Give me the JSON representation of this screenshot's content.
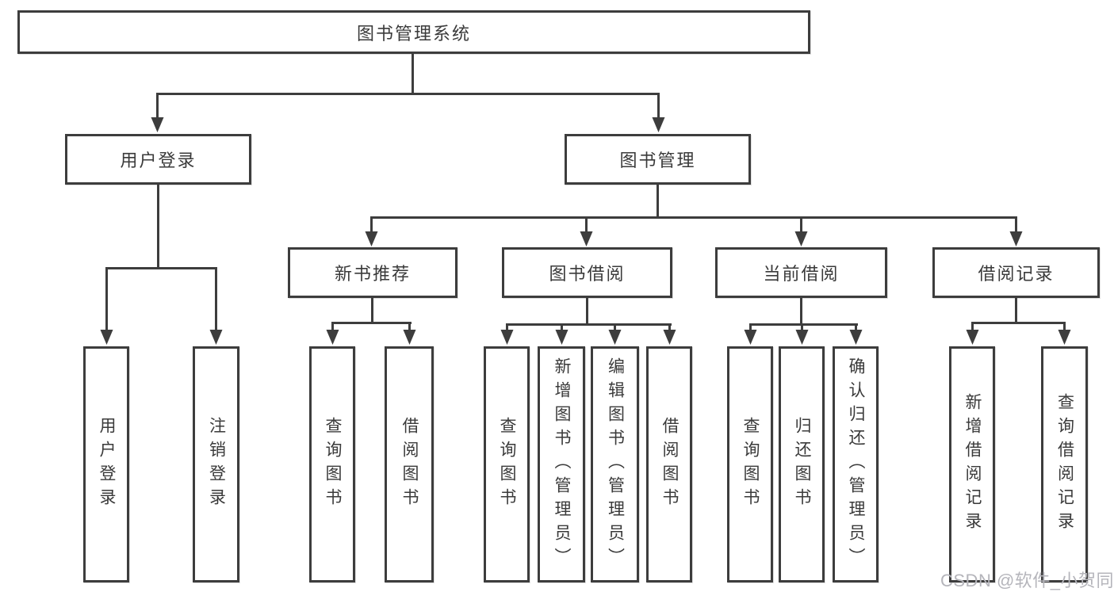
{
  "tree": {
    "root": {
      "label": "图书管理系统"
    },
    "branches": [
      {
        "label": "用户登录",
        "children": [
          {
            "label": "用户登录"
          },
          {
            "label": "注销登录"
          }
        ]
      },
      {
        "label": "图书管理",
        "groups": [
          {
            "label": "新书推荐",
            "children": [
              {
                "label": "查询图书"
              },
              {
                "label": "借阅图书"
              }
            ]
          },
          {
            "label": "图书借阅",
            "children": [
              {
                "label": "查询图书"
              },
              {
                "label": "新增图书（管理员）"
              },
              {
                "label": "编辑图书（管理员）"
              },
              {
                "label": "借阅图书"
              }
            ]
          },
          {
            "label": "当前借阅",
            "children": [
              {
                "label": "查询图书"
              },
              {
                "label": "归还图书"
              },
              {
                "label": "确认归还（管理员）"
              }
            ]
          },
          {
            "label": "借阅记录",
            "children": [
              {
                "label": "新增借阅记录"
              },
              {
                "label": "查询借阅记录"
              }
            ]
          }
        ]
      }
    ]
  },
  "watermark": {
    "text": "CSDN @软件_小贺同学"
  },
  "colors": {
    "line": "#3d3d3d",
    "text": "#3a3a3a",
    "watermark": "#b5b5bb",
    "background": "#ffffff"
  }
}
